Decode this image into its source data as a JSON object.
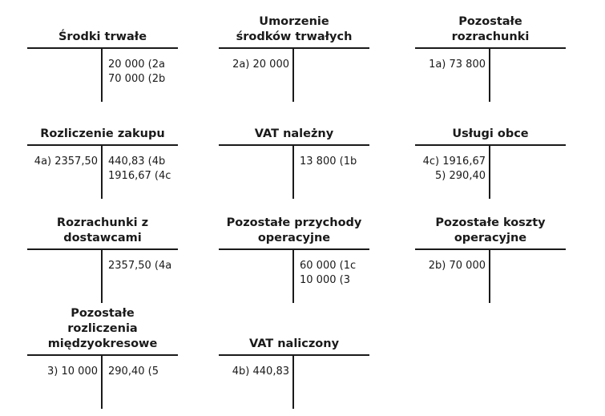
{
  "accounts": [
    {
      "title": "Środki trwałe",
      "debit": [],
      "credit": [
        "20 000 (2a",
        "70 000 (2b"
      ]
    },
    {
      "title": "Umorzenie\nśrodków trwałych",
      "debit": [
        "2a) 20 000"
      ],
      "credit": []
    },
    {
      "title": "Pozostałe\nrozrachunki",
      "debit": [
        "1a) 73 800"
      ],
      "credit": []
    },
    {
      "title": "Rozliczenie zakupu",
      "debit": [
        "4a) 2357,50"
      ],
      "credit": [
        "440,83 (4b",
        "1916,67 (4c"
      ]
    },
    {
      "title": "VAT należny",
      "debit": [],
      "credit": [
        "13 800 (1b"
      ]
    },
    {
      "title": "Usługi obce",
      "debit": [
        "4c) 1916,67",
        "5)  290,40"
      ],
      "credit": []
    },
    {
      "title": "Rozrachunki z dostawcami",
      "debit": [],
      "credit": [
        "2357,50 (4a"
      ]
    },
    {
      "title": "Pozostałe przychody\noperacyjne",
      "debit": [],
      "credit": [
        "60 000 (1c",
        "10 000 (3"
      ]
    },
    {
      "title": "Pozostałe koszty\noperacyjne",
      "debit": [
        "2b) 70 000"
      ],
      "credit": []
    },
    {
      "title": "Pozostałe\nrozliczenia międzyokresowe",
      "debit": [
        "3) 10 000"
      ],
      "credit": [
        "290,40 (5"
      ]
    },
    {
      "title": "VAT naliczony",
      "debit": [
        "4b) 440,83"
      ],
      "credit": []
    }
  ]
}
